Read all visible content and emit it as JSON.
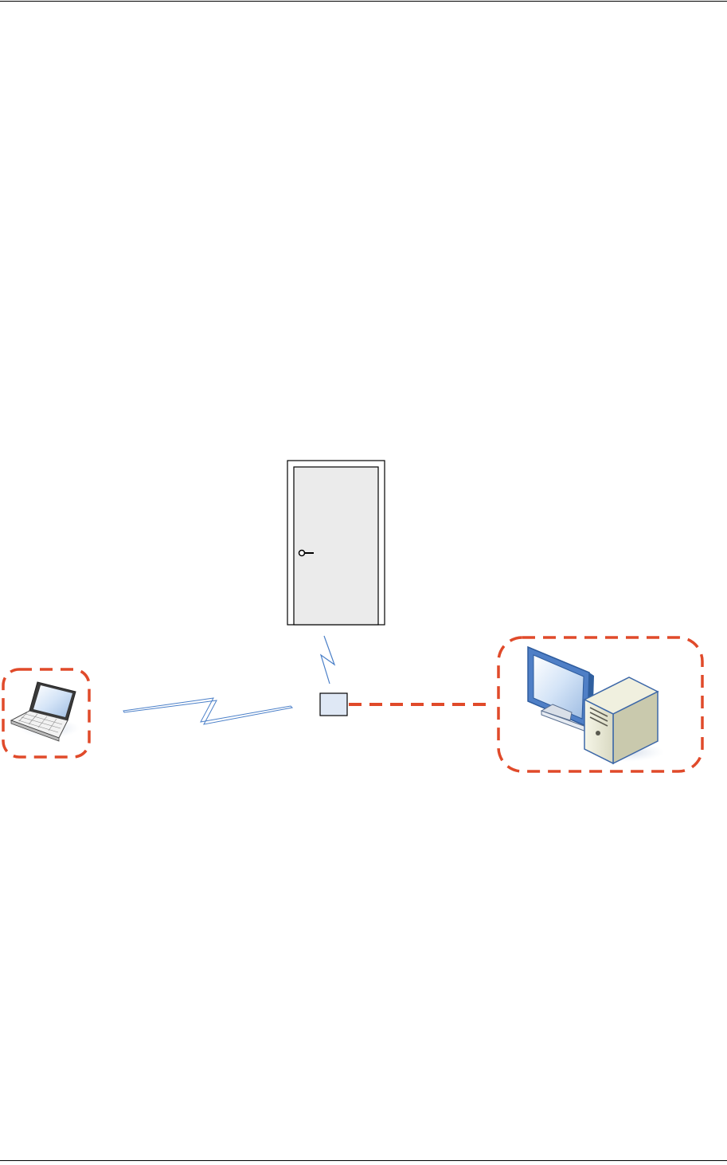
{
  "colors": {
    "page_rule": "#000000",
    "dashed_highlight": "#e04a2a",
    "wireless_link": "#4a7fc8",
    "door_fill": "#ebebeb",
    "door_outline": "#000000",
    "reader_fill": "#dfe8f5",
    "monitor_frame": "#4f7fc6",
    "tower_body": "#ececd8"
  },
  "nodes": [
    {
      "id": "laptop",
      "icon": "laptop-icon"
    },
    {
      "id": "door",
      "icon": "door-icon"
    },
    {
      "id": "reader",
      "icon": "reader-box-icon"
    },
    {
      "id": "workstation",
      "icon": "desktop-computer-icon"
    }
  ],
  "links": [
    {
      "from": "laptop",
      "to": "reader",
      "style": "wireless"
    },
    {
      "from": "reader",
      "to": "door",
      "style": "wireless"
    },
    {
      "from": "reader",
      "to": "workstation",
      "style": "dashed"
    }
  ]
}
